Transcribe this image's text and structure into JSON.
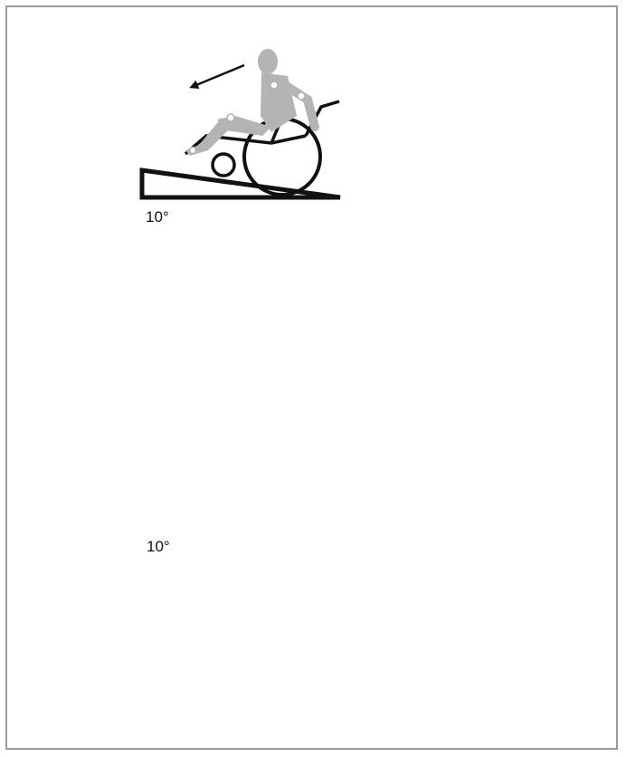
{
  "panels": [
    {
      "id": "ramp-up",
      "angle_label": "10°"
    },
    {
      "id": "step-down"
    },
    {
      "id": "ramp-down",
      "angle_label": "10°"
    },
    {
      "id": "step-up"
    }
  ],
  "colors": {
    "figure": "#b4b4b4",
    "joint": "#ffffff",
    "line": "#111111",
    "border": "#9a9a9a"
  }
}
